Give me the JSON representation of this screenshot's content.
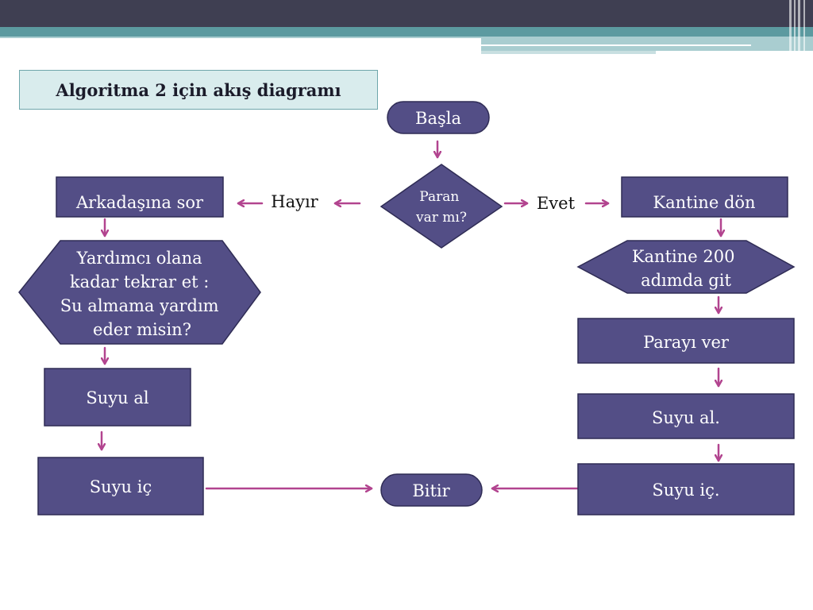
{
  "title": "Algoritma 2 için akış diagramı",
  "colors": {
    "node_fill": "#534e86",
    "node_border": "#2f2c55",
    "arrow": "#b2448f",
    "title_bg": "#d9eced",
    "header_dark": "#3f3f52",
    "header_teal": "#5c9aa0"
  },
  "nodes": {
    "start": "Başla",
    "decision": [
      "Paran",
      "var mı?"
    ],
    "ask_friend": "Arkadaşına sor",
    "repeat": [
      "Yardımcı olana",
      "kadar tekrar et :",
      "Su almama yardım",
      "eder misin?"
    ],
    "left_take": "Suyu al",
    "left_drink": "Suyu iç",
    "end": "Bitir",
    "go_canteen": "Kantine dön",
    "walk": [
      "Kantine 200",
      "adımda git"
    ],
    "pay": "Parayı ver",
    "right_take": "Suyu al.",
    "right_drink": "Suyu iç."
  },
  "edge_labels": {
    "no": "Hayır",
    "yes": "Evet"
  }
}
